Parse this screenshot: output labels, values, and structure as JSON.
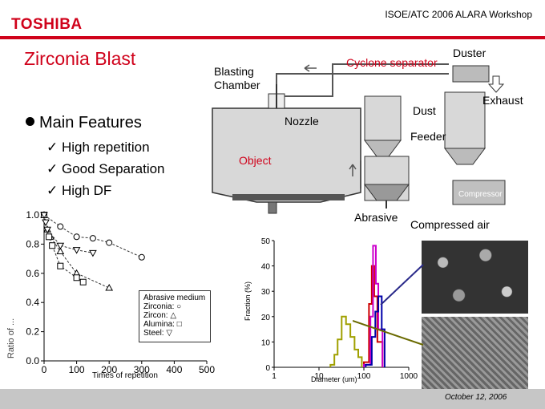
{
  "header": {
    "logo": "TOSHIBA",
    "workshop": "ISOE/ATC 2006 ALARA Workshop"
  },
  "slide": {
    "title": "Zirconia  Blast",
    "features_title": "Main Features",
    "features": [
      "High repetition",
      "Good Separation",
      "High DF"
    ]
  },
  "diagram": {
    "blasting_chamber": "Blasting Chamber",
    "cyclone": "Cyclone separator",
    "duster": "Duster",
    "exhaust": "Exhaust",
    "dust": "Dust",
    "nozzle": "Nozzle",
    "feeder": "Feeder",
    "object": "Object",
    "compressor": "Compressor",
    "abrasive": "Abrasive",
    "compressed_air": "Compressed air"
  },
  "chart_data": [
    {
      "type": "scatter",
      "xlabel": "Times of repetition",
      "ylabel": "Ratio of ...",
      "xlim": [
        0,
        500
      ],
      "ylim": [
        0,
        1.0
      ],
      "x_ticks": [
        "0",
        "100",
        "200",
        "300",
        "400",
        "500"
      ],
      "y_ticks": [
        "0.0",
        "0.2",
        "0.4",
        "0.6",
        "0.8",
        "1.0"
      ],
      "legend_title": "Abrasive medium",
      "legend": [
        {
          "name": "Zirconia",
          "marker": "○"
        },
        {
          "name": "Zircon",
          "marker": "△"
        },
        {
          "name": "Alumina",
          "marker": "□"
        },
        {
          "name": "Steel",
          "marker": "▽"
        }
      ],
      "series": [
        {
          "name": "Zirconia",
          "marker": "circle",
          "x": [
            0,
            50,
            100,
            150,
            200,
            300
          ],
          "y": [
            1.0,
            0.92,
            0.85,
            0.84,
            0.81,
            0.71
          ]
        },
        {
          "name": "Zircon",
          "marker": "triangle",
          "x": [
            0,
            10,
            20,
            50,
            100,
            200
          ],
          "y": [
            1.0,
            0.9,
            0.85,
            0.75,
            0.6,
            0.5
          ]
        },
        {
          "name": "Alumina",
          "marker": "square",
          "x": [
            0,
            15,
            25,
            50,
            100,
            120
          ],
          "y": [
            1.0,
            0.85,
            0.79,
            0.65,
            0.57,
            0.54
          ]
        },
        {
          "name": "Steel",
          "marker": "triangle-down",
          "x": [
            0,
            5,
            10,
            50,
            100,
            150
          ],
          "y": [
            1.0,
            0.95,
            0.9,
            0.79,
            0.76,
            0.74
          ]
        }
      ]
    },
    {
      "type": "line",
      "xlabel": "Diameter (um)",
      "ylabel": "Fraction (%)",
      "x_scale": "log",
      "xlim": [
        1,
        1000
      ],
      "ylim": [
        0,
        50
      ],
      "x_ticks": [
        "1",
        "10",
        "100",
        "1000"
      ],
      "y_ticks": [
        "0",
        "10",
        "20",
        "30",
        "40",
        "50"
      ],
      "series": [
        {
          "color": "#a0a000",
          "x": [
            18,
            22,
            26,
            32,
            40,
            50,
            62,
            75,
            90
          ],
          "y": [
            1,
            5,
            11,
            20,
            17,
            12,
            7,
            4,
            1
          ]
        },
        {
          "color": "#cc0000",
          "x": [
            100,
            130,
            150,
            170,
            200,
            260
          ],
          "y": [
            2,
            25,
            40,
            28,
            10,
            1
          ]
        },
        {
          "color": "#cc00cc",
          "x": [
            100,
            140,
            160,
            185,
            210,
            260
          ],
          "y": [
            1,
            20,
            48,
            33,
            15,
            1
          ]
        },
        {
          "color": "#0000aa",
          "x": [
            110,
            150,
            180,
            210,
            250,
            290
          ],
          "y": [
            1,
            12,
            22,
            28,
            15,
            1
          ]
        }
      ]
    }
  ],
  "footer": {
    "date": "October 12, 2006"
  }
}
